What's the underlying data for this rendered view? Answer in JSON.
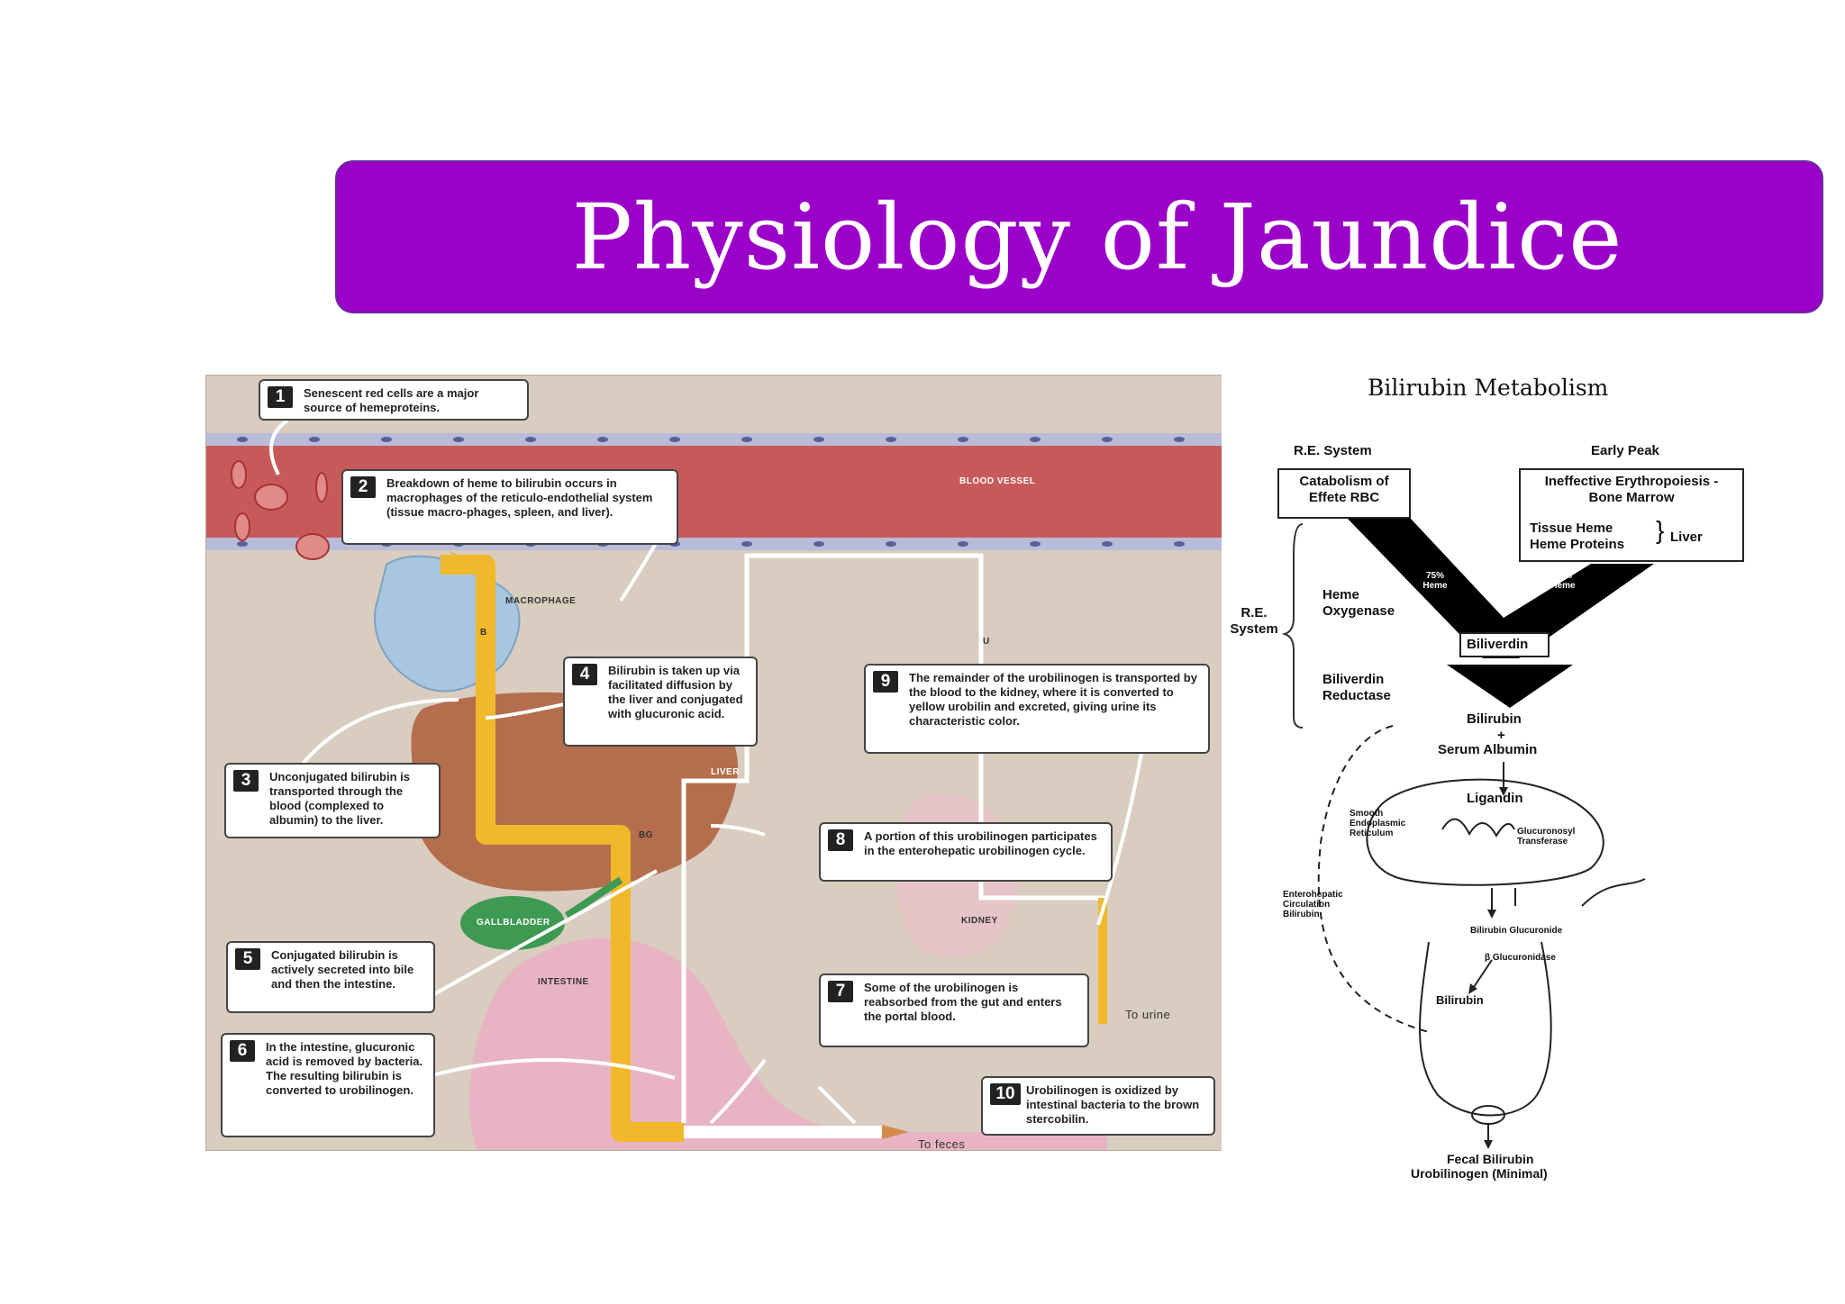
{
  "slide": {
    "title": "Physiology of Jaundice"
  },
  "left_diagram": {
    "labels": {
      "blood_vessel": "BLOOD VESSEL",
      "macrophage": "MACROPHAGE",
      "liver": "LIVER",
      "gallbladder": "GALLBLADDER",
      "intestine": "INTESTINE",
      "kidney": "KIDNEY",
      "to_urine": "To urine",
      "to_feces": "To feces"
    },
    "notes": [
      {
        "num": "1",
        "text": "Senescent red cells are a major source of hemeproteins."
      },
      {
        "num": "2",
        "text": "Breakdown of heme to bilirubin occurs in macrophages of the reticulo-endothelial system (tissue macro-phages, spleen, and liver)."
      },
      {
        "num": "3",
        "text": "Unconjugated bilirubin is transported through the blood (complexed to albumin) to the liver."
      },
      {
        "num": "4",
        "text": "Bilirubin is taken up via facilitated diffusion by the liver and conjugated with glucuronic acid."
      },
      {
        "num": "5",
        "text": "Conjugated bilirubin is actively secreted into bile and then the intestine."
      },
      {
        "num": "6",
        "text": "In the intestine, glucuronic acid is removed by bacteria. The resulting bilirubin is converted to urobilinogen."
      },
      {
        "num": "7",
        "text": "Some of the urobilinogen is reabsorbed from the gut and enters the portal blood."
      },
      {
        "num": "8",
        "text": "A portion of this urobilinogen participates in the enterohepatic urobilinogen cycle."
      },
      {
        "num": "9",
        "text": "The remainder of the urobilinogen is transported by the blood to the kidney, where it is converted to yellow urobilin and excreted, giving urine its characteristic color."
      },
      {
        "num": "10",
        "text": "Urobilinogen is oxidized by intestinal bacteria to the brown stercobilin."
      }
    ],
    "pathway_markers": {
      "b": "B",
      "bg": "BG",
      "u": "U"
    }
  },
  "right_diagram": {
    "title": "Bilirubin Metabolism",
    "re_system_header": "R.E. System",
    "early_peak_header": "Early Peak",
    "catabolism": "Catabolism of Effete RBC",
    "ineffective": "Ineffective Erythropoiesis - Bone Marrow",
    "tissue_heme": "Tissue Heme",
    "heme_proteins": "Heme Proteins",
    "liver": "Liver",
    "pct_75": "75% Heme",
    "pct_25": "25% Heme",
    "re_system_side": "R.E. System",
    "heme_oxygenase": "Heme Oxygenase",
    "biliverdin": "Biliverdin",
    "biliverdin_reductase": "Biliverdin Reductase",
    "bilirubin": "Bilirubin",
    "plus": "+",
    "serum_albumin": "Serum Albumin",
    "ligandin": "Ligandin",
    "smooth_er": "Smooth Endoplasmic Reticulum",
    "glucuronosyl": "Glucuronosyl Transferase",
    "enterohepatic": "Enterohepatic Circulation Bilirubin",
    "bilirubin_glucuronide": "Bilirubin Glucuronide",
    "beta_glucuronidase": "β Glucuronidase",
    "bilirubin_intestine": "Bilirubin",
    "fecal_bilirubin": "Fecal Bilirubin",
    "urobilinogen_minimal": "Urobilinogen (Minimal)"
  }
}
